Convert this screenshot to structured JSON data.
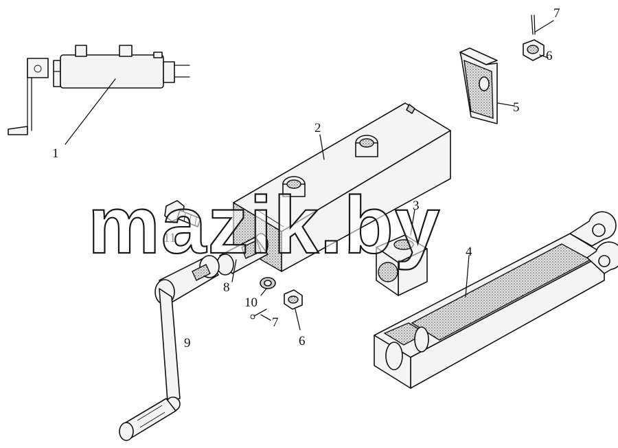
{
  "watermark": "mazik.by",
  "callouts": [
    {
      "id": "1",
      "text": "1"
    },
    {
      "id": "2",
      "text": "2"
    },
    {
      "id": "3",
      "text": "3"
    },
    {
      "id": "4",
      "text": "4"
    },
    {
      "id": "5",
      "text": "5"
    },
    {
      "id": "6a",
      "text": "6"
    },
    {
      "id": "6b",
      "text": "6"
    },
    {
      "id": "7a",
      "text": "7"
    },
    {
      "id": "7b",
      "text": "7"
    },
    {
      "id": "8",
      "text": "8"
    },
    {
      "id": "9",
      "text": "9"
    },
    {
      "id": "10",
      "text": "10"
    },
    {
      "id": "11",
      "text": "11"
    }
  ],
  "colors": {
    "ink": "#111111",
    "paper": "#ffffff",
    "shade": "#cfcfcf"
  }
}
